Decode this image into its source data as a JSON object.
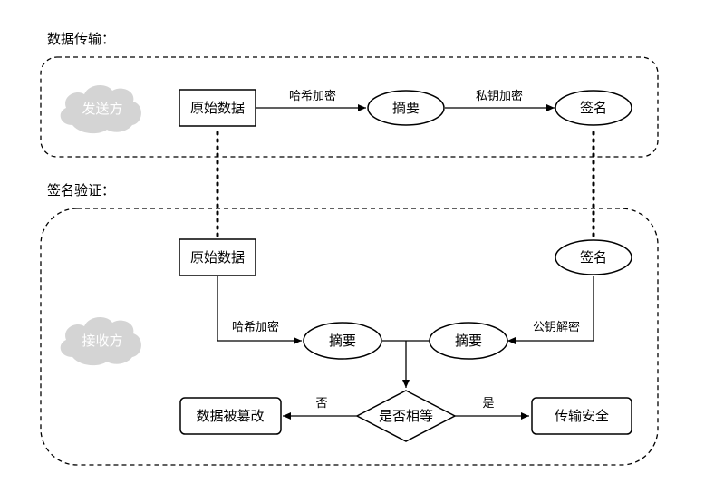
{
  "sections": {
    "transmission": "数据传输：",
    "verification": "签名验证："
  },
  "actors": {
    "sender": "发送方",
    "receiver": "接收方"
  },
  "sender_flow": {
    "raw_data": "原始数据",
    "digest": "摘要",
    "signature": "签名",
    "hash_label": "哈希加密",
    "sign_label": "私钥加密"
  },
  "receiver_flow": {
    "raw_data": "原始数据",
    "signature": "签名",
    "digest_computed": "摘要",
    "digest_decrypted": "摘要",
    "hash_label": "哈希加密",
    "decrypt_label": "公钥解密",
    "decision": "是否相等",
    "no_label": "否",
    "yes_label": "是",
    "tampered": "数据被篡改",
    "safe": "传输安全"
  },
  "colors": {
    "cloud": "#d4d4d4",
    "stroke": "#000000",
    "background": "#ffffff"
  }
}
